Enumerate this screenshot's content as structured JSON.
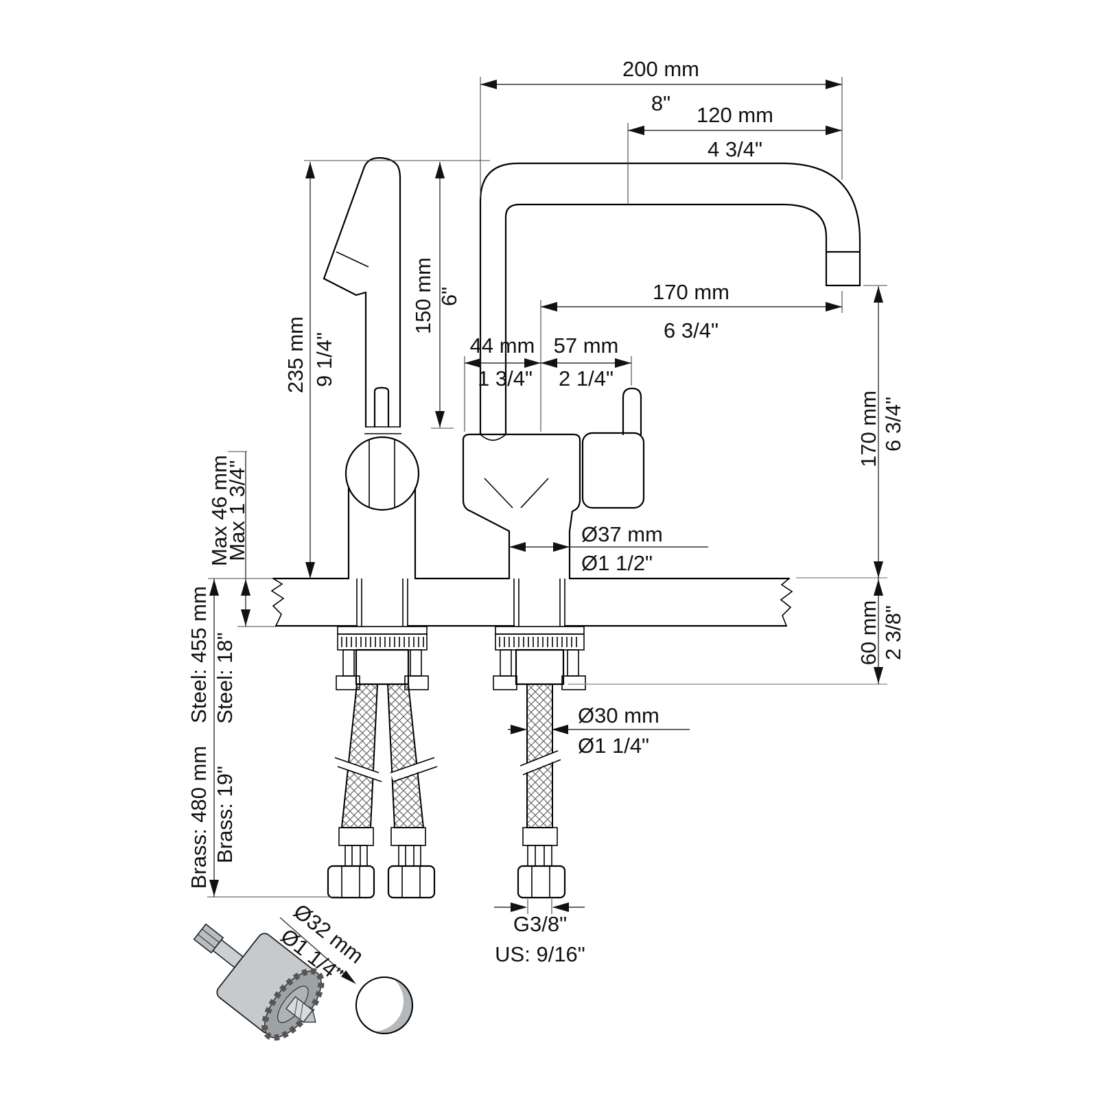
{
  "drawing": {
    "dim_reach_total": {
      "mm": "200 mm",
      "inch": "8\""
    },
    "dim_reach_aerator": {
      "mm": "120 mm",
      "inch": "4 3/4\""
    },
    "dim_outlet_horizontal": {
      "mm": "170 mm",
      "inch": "6 3/4\""
    },
    "dim_spout_height": {
      "mm": "150 mm",
      "inch": "6\""
    },
    "dim_total_height": {
      "mm": "235 mm",
      "inch": "9 1/4\""
    },
    "dim_body_depth": {
      "mm": "44 mm",
      "inch": "1 3/4\""
    },
    "dim_handle_depth": {
      "mm": "57 mm",
      "inch": "2 1/4\""
    },
    "dim_max_deck": {
      "mm": "Max 46 mm",
      "inch": "Max 1 3/4\""
    },
    "dim_base_diameter": {
      "mm": "Ø37 mm",
      "inch": "Ø1 1/2\""
    },
    "dim_outlet_clearance": {
      "mm": "170 mm",
      "inch": "6 3/4\""
    },
    "dim_under_counter": {
      "mm": "60 mm",
      "inch": "2 3/8\""
    },
    "dim_hose_steel": {
      "mm": "Steel: 455 mm",
      "inch": "Steel: 18\""
    },
    "dim_hose_brass": {
      "mm": "Brass: 480 mm",
      "inch": "Brass: 19\""
    },
    "dim_shank_diameter": {
      "mm": "Ø30 mm",
      "inch": "Ø1 1/4\""
    },
    "dim_drill_hole": {
      "mm": "Ø32 mm",
      "inch": "Ø1 1/4\""
    },
    "dim_connection": {
      "thread": "G3/8\"",
      "us": "US: 9/16\""
    }
  },
  "colors": {
    "line": "#000000",
    "dimension_line": "#3a3a3a",
    "shading": "#c6cacc"
  }
}
